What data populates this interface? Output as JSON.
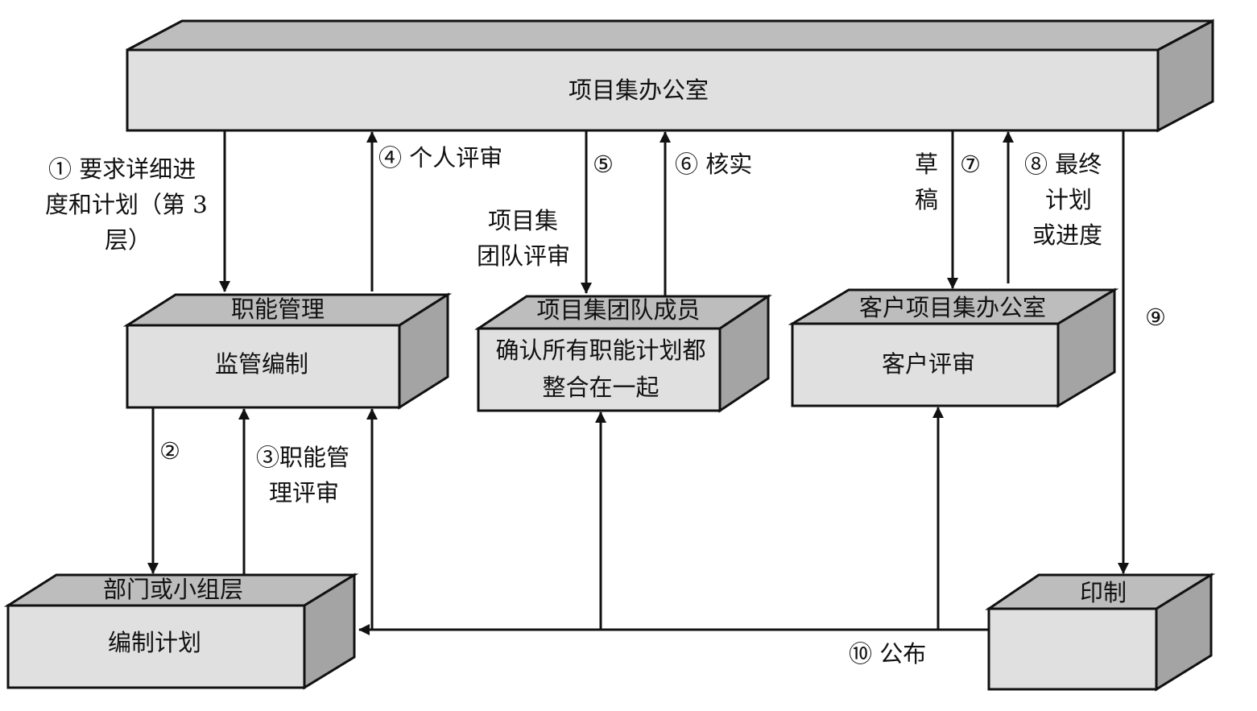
{
  "boxes": {
    "office": {
      "label": "项目集办公室"
    },
    "functional": {
      "header": "职能管理",
      "label": "监管编制"
    },
    "team": {
      "header": "项目集团队成员",
      "label_line1": "确认所有职能计划都",
      "label_line2": "整合在一起"
    },
    "client": {
      "header": "客户项目集办公室",
      "label": "客户评审"
    },
    "department": {
      "header": "部门或小组层",
      "label": "编制计划"
    },
    "print": {
      "header": "印制"
    }
  },
  "steps": {
    "s1": {
      "line1": "① 要求详细进",
      "line2": "度和计划（第 3",
      "line3": "层）"
    },
    "s2": {
      "line1": "②"
    },
    "s3": {
      "line1": "③职能管",
      "line2": "理评审"
    },
    "s4": {
      "line1": "④ 个人评审"
    },
    "s5": {
      "line1": "⑤",
      "line2": "项目集",
      "line3": "团队评审"
    },
    "s6": {
      "line1": "⑥ 核实"
    },
    "s7": {
      "line1": "草",
      "line2": "稿",
      "num": "⑦"
    },
    "s8": {
      "line1": "⑧ 最终",
      "line2": "计划",
      "line3": "或进度"
    },
    "s9": {
      "line1": "⑨"
    },
    "s10": {
      "line1": "⑩ 公布"
    }
  }
}
